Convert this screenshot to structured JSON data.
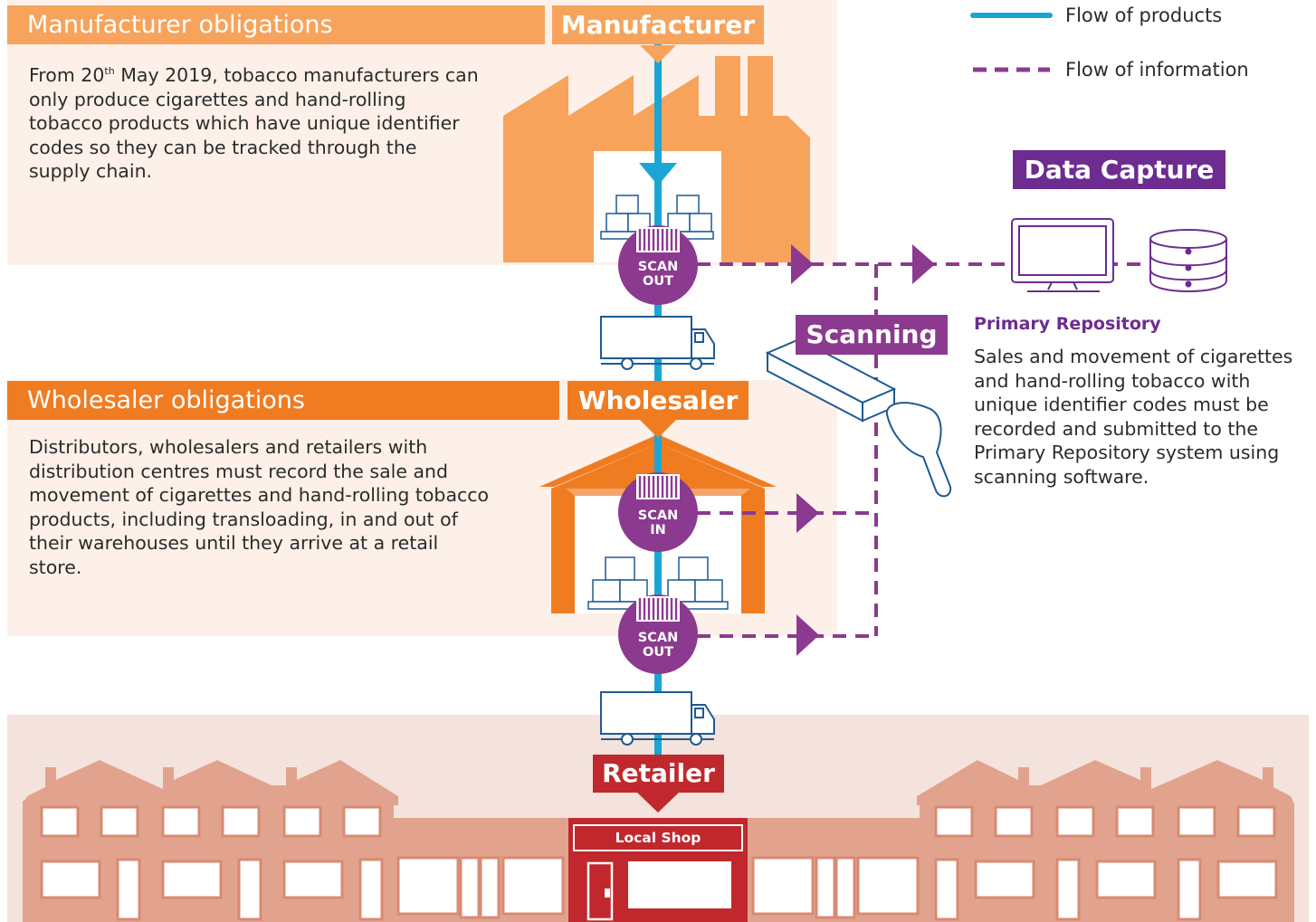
{
  "legend": {
    "products": "Flow of products",
    "information": "Flow of information"
  },
  "manufacturer": {
    "obligations_title": "Manufacturer obligations",
    "label": "Manufacturer",
    "text_pre": "From 20",
    "text_sup": "th",
    "text_post": " May 2019, tobacco manufacturers can only produce cigarettes and hand-rolling tobacco products which have unique identifier codes so they can be tracked through the supply chain."
  },
  "wholesaler": {
    "obligations_title": "Wholesaler obligations",
    "label": "Wholesaler",
    "text": "Distributors, wholesalers and retailers with distribution centres must record the sale and movement of cigarettes and hand-rolling tobacco products, including transloading, in and out of their warehouses until they arrive at a retail store."
  },
  "scan_badges": {
    "manufacturer_out": [
      "SCAN",
      "OUT"
    ],
    "wholesaler_in": [
      "SCAN",
      "IN"
    ],
    "wholesaler_out": [
      "SCAN",
      "OUT"
    ]
  },
  "scanning": {
    "label": "Scanning"
  },
  "data_capture": {
    "label": "Data Capture",
    "repository_title": "Primary Repository",
    "repository_text": "Sales and movement of cigarettes and hand-rolling tobacco with unique identifier codes must be recorded and submitted to the Primary Repository system using scanning software."
  },
  "retailer": {
    "label": "Retailer",
    "shop_sign": "Local Shop"
  },
  "colors": {
    "manufacturer_orange": "#f7a35c",
    "wholesaler_orange": "#f07c22",
    "panel_bg": "#fdf0e8",
    "retail_bg": "#f4e2dc",
    "house": "#e2a38e",
    "product_flow": "#1aa6d5",
    "info_flow": "#8b3a8f",
    "scanning_purple": "#8b3a8f",
    "data_capture_purple": "#6d2c90",
    "retailer_red": "#c0282d"
  }
}
